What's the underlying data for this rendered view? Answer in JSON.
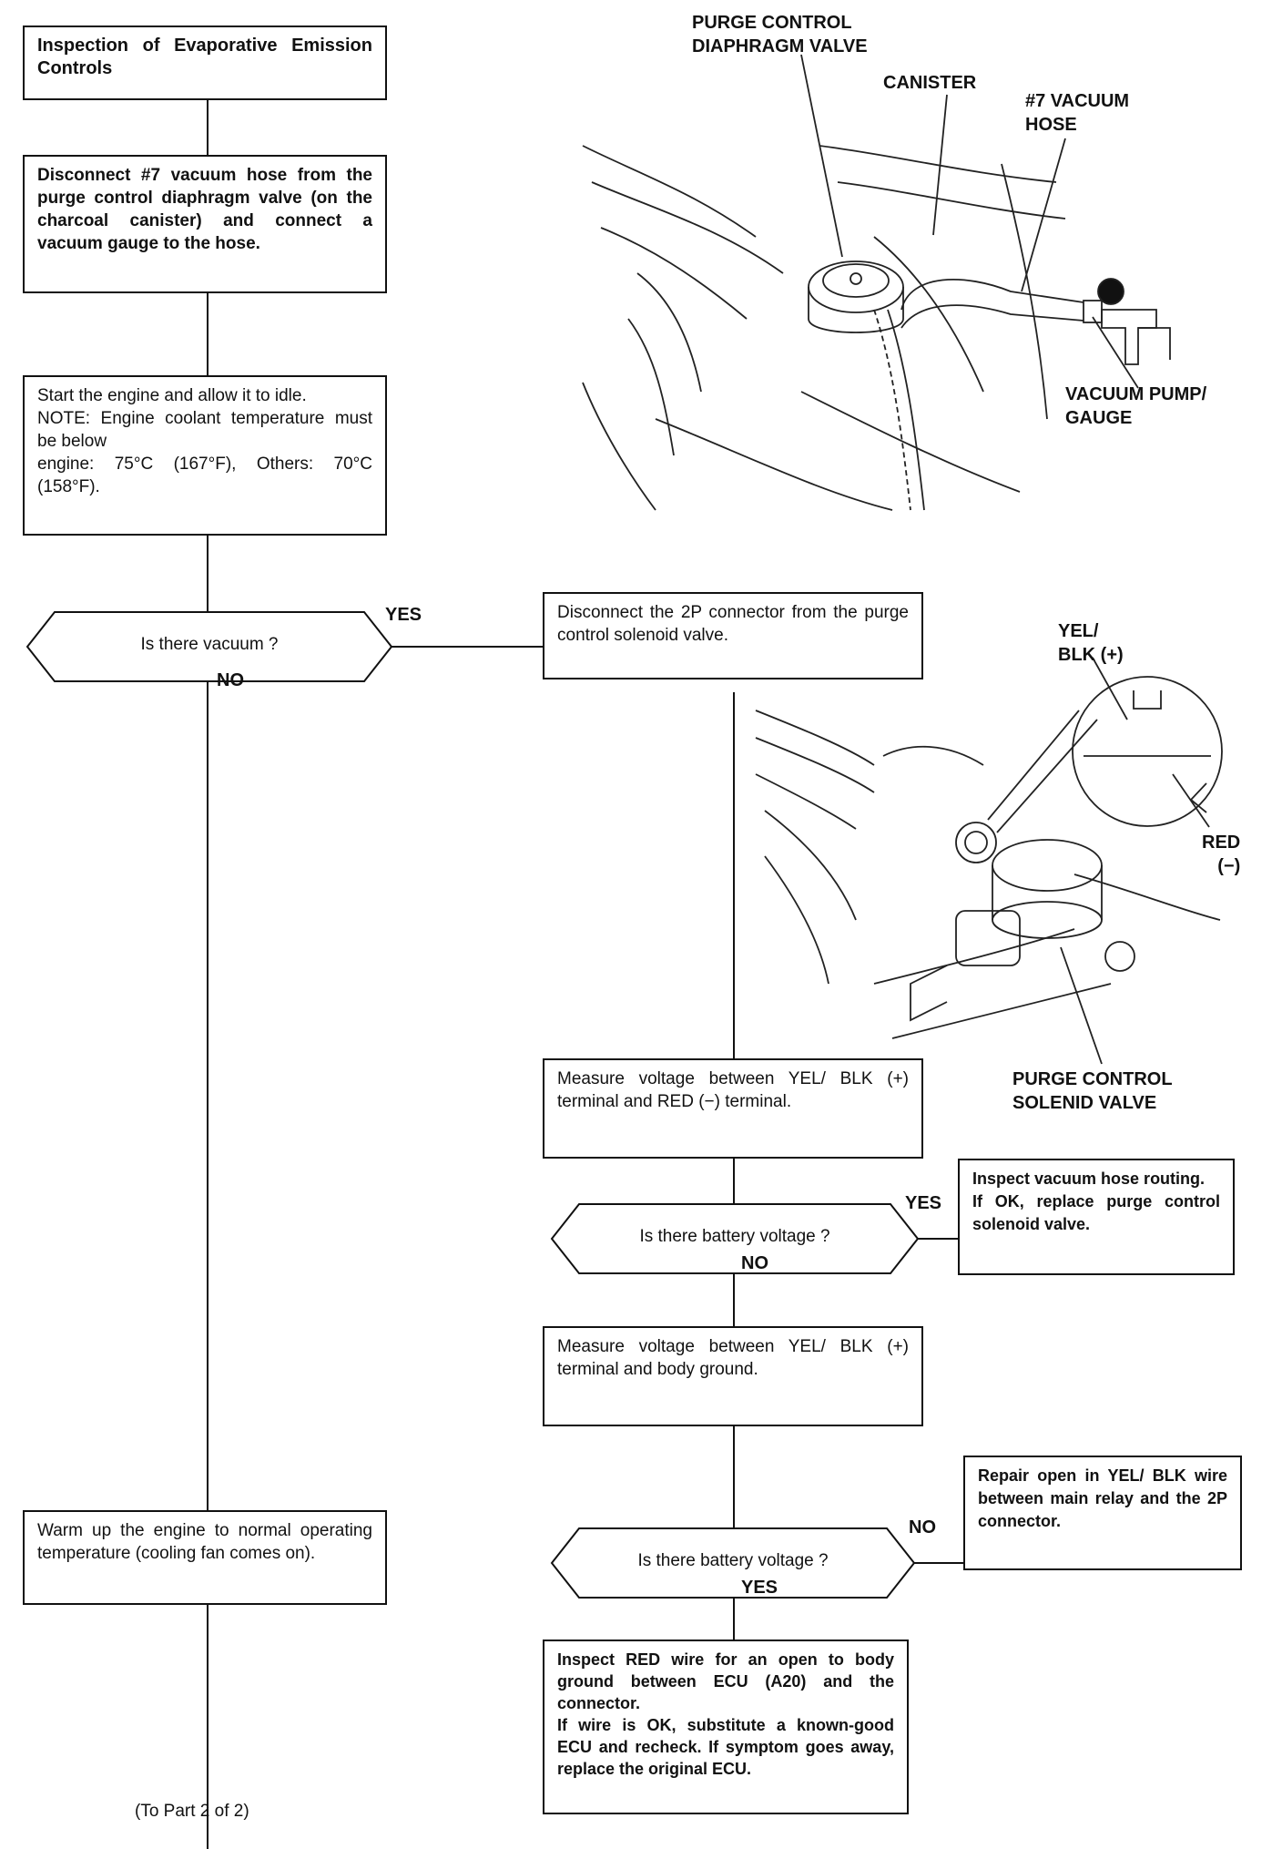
{
  "boxes": {
    "inspection_title": "Inspection of Evaporative Emission Controls",
    "disconnect_hose": "Disconnect #7 vacuum hose from the purge control diaphragm valve (on the charcoal canister) and connect a vacuum gauge to the hose.",
    "start_engine": "Start the engine and allow it to idle.\nNOTE: Engine coolant temperature must be below\nengine: 75°C (167°F), Others: 70°C (158°F).",
    "disconnect_connector": "Disconnect the 2P connector from the purge control solenoid valve.",
    "measure_terminals": "Measure voltage between YEL/ BLK (+) terminal and RED (−) terminal.",
    "inspect_routing": "Inspect vacuum hose routing.\nIf OK, replace purge control solenoid valve.",
    "measure_ground": "Measure voltage between YEL/ BLK (+) terminal and body ground.",
    "repair_open": "Repair open in YEL/ BLK wire between main relay and the 2P connector.",
    "warm_up": "Warm up the engine to normal operating temperature (cooling fan comes on).",
    "inspect_red": "Inspect RED wire for an open to body ground between ECU (A20) and the connector.\nIf wire is OK, substitute a known-good ECU and recheck. If symptom goes away, replace the original ECU."
  },
  "decisions": {
    "vacuum": "Is there vacuum ?",
    "battery_1": "Is there battery voltage ?",
    "battery_2": "Is there battery voltage ?"
  },
  "branches": {
    "yes": "YES",
    "no": "NO"
  },
  "callouts": {
    "purge_diaphragm": "PURGE CONTROL\nDIAPHRAGM VALVE",
    "canister": "CANISTER",
    "vacuum_hose": "#7 VACUUM\nHOSE",
    "vacuum_pump": "VACUUM PUMP/\nGAUGE",
    "yel_blk": "YEL/\nBLK (+)",
    "red_neg": "RED\n(−)",
    "purge_solenoid": "PURGE CONTROL\nSOLENID VALVE"
  },
  "footer": "(To Part 2 of 2)"
}
